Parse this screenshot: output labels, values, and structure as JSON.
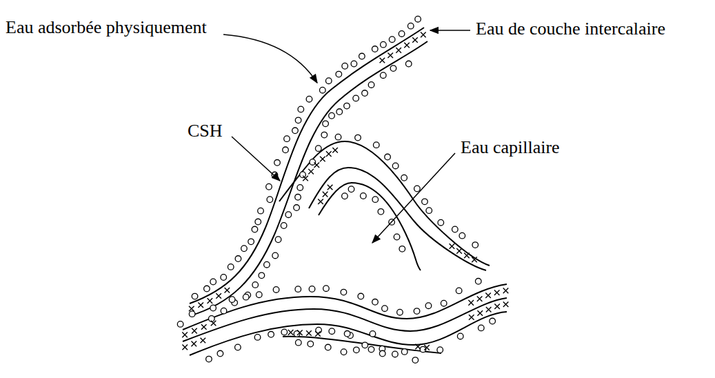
{
  "diagram": {
    "labels": [
      "Eau adsorbée physiquement",
      "Eau de couche intercalaire",
      "CSH",
      "Eau capillaire"
    ]
  }
}
